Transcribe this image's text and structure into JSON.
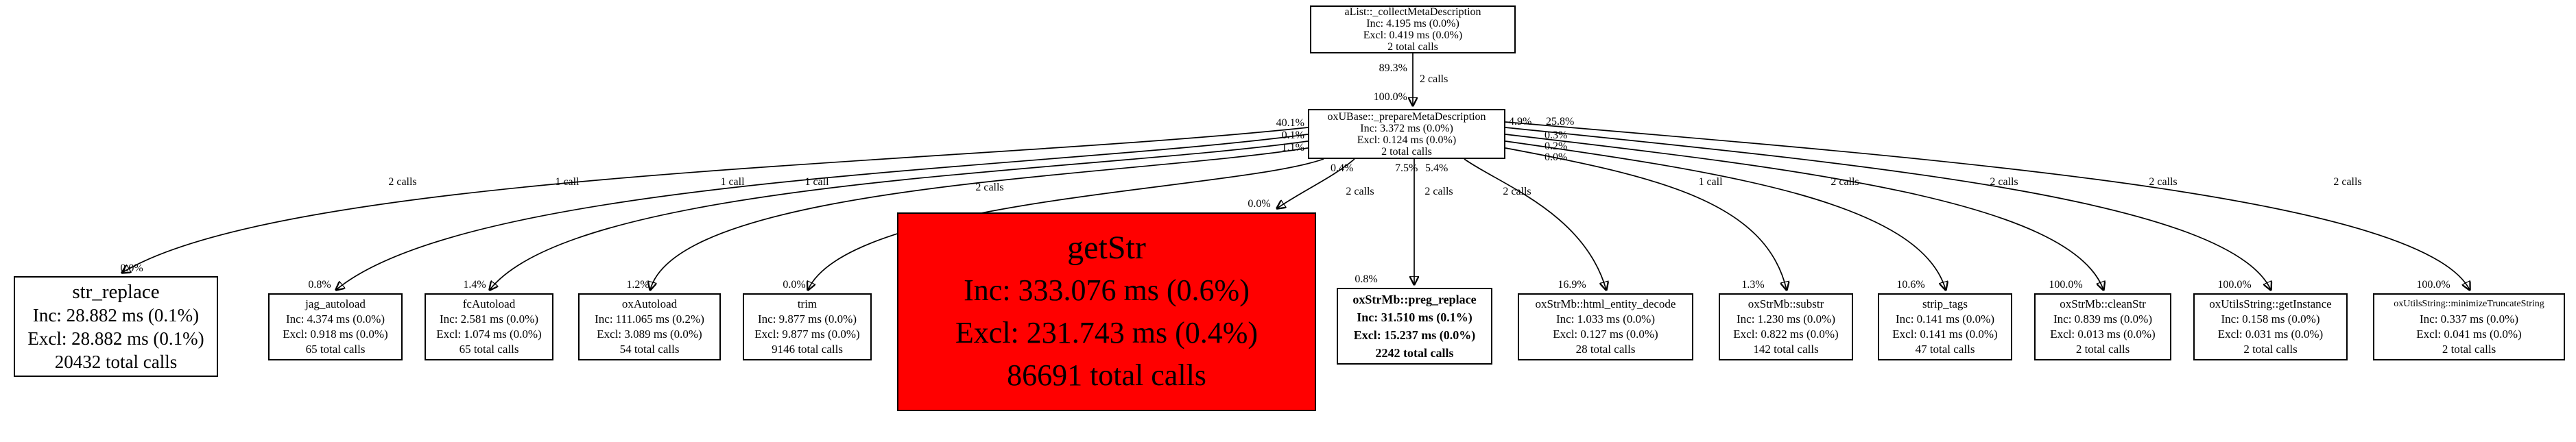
{
  "colors": {
    "hot_fill": "#ff0000",
    "node_fill": "#ffffff",
    "border": "#000000",
    "edge": "#000000"
  },
  "nodes": {
    "collect": {
      "name": "aList::_collectMetaDescription",
      "inc": "Inc: 4.195 ms (0.0%)",
      "excl": "Excl: 0.419 ms (0.0%)",
      "calls": "2 total calls"
    },
    "prepare": {
      "name": "oxUBase::_prepareMetaDescription",
      "inc": "Inc: 3.372 ms (0.0%)",
      "excl": "Excl: 0.124 ms (0.0%)",
      "calls": "2 total calls"
    },
    "str_replace": {
      "name": "str_replace",
      "inc": "Inc: 28.882 ms (0.1%)",
      "excl": "Excl: 28.882 ms (0.1%)",
      "calls": "20432 total calls"
    },
    "jag_autoload": {
      "name": "jag_autoload",
      "inc": "Inc: 4.374 ms (0.0%)",
      "excl": "Excl: 0.918 ms (0.0%)",
      "calls": "65 total calls"
    },
    "fcAutoload": {
      "name": "fcAutoload",
      "inc": "Inc: 2.581 ms (0.0%)",
      "excl": "Excl: 1.074 ms (0.0%)",
      "calls": "65 total calls"
    },
    "oxAutoload": {
      "name": "oxAutoload",
      "inc": "Inc: 111.065 ms (0.2%)",
      "excl": "Excl: 3.089 ms (0.0%)",
      "calls": "54 total calls"
    },
    "trim": {
      "name": "trim",
      "inc": "Inc: 9.877 ms (0.0%)",
      "excl": "Excl: 9.877 ms (0.0%)",
      "calls": "9146 total calls"
    },
    "getStr": {
      "name": "getStr",
      "inc": "Inc: 333.076 ms (0.6%)",
      "excl": "Excl: 231.743 ms (0.4%)",
      "calls": "86691 total calls"
    },
    "preg_replace": {
      "name": "oxStrMb::preg_replace",
      "inc": "Inc: 31.510 ms (0.1%)",
      "excl": "Excl: 15.237 ms (0.0%)",
      "calls": "2242 total calls"
    },
    "html_entity": {
      "name": "oxStrMb::html_entity_decode",
      "inc": "Inc: 1.033 ms (0.0%)",
      "excl": "Excl: 0.127 ms (0.0%)",
      "calls": "28 total calls"
    },
    "substr": {
      "name": "oxStrMb::substr",
      "inc": "Inc: 1.230 ms (0.0%)",
      "excl": "Excl: 0.822 ms (0.0%)",
      "calls": "142 total calls"
    },
    "strip_tags": {
      "name": "strip_tags",
      "inc": "Inc: 0.141 ms (0.0%)",
      "excl": "Excl: 0.141 ms (0.0%)",
      "calls": "47 total calls"
    },
    "cleanStr": {
      "name": "oxStrMb::cleanStr",
      "inc": "Inc: 0.839 ms (0.0%)",
      "excl": "Excl: 0.013 ms (0.0%)",
      "calls": "2 total calls"
    },
    "getInstance": {
      "name": "oxUtilsString::getInstance",
      "inc": "Inc: 0.158 ms (0.0%)",
      "excl": "Excl: 0.031 ms (0.0%)",
      "calls": "2 total calls"
    },
    "minimize": {
      "name": "oxUtilsString::minimizeTruncateString",
      "inc": "Inc: 0.337 ms (0.0%)",
      "excl": "Excl: 0.041 ms (0.0%)",
      "calls": "2 total calls"
    }
  },
  "top_edge": {
    "pct": "89.3%",
    "calls": "2 calls",
    "head_pct": "100.0%"
  },
  "edges": [
    {
      "callee": "str_replace",
      "calls": "2 calls",
      "head_pct": "0.0%"
    },
    {
      "callee": "jag_autoload",
      "calls": "1 call",
      "head_pct": "0.8%"
    },
    {
      "callee": "fcAutoload",
      "calls": "1 call",
      "head_pct": "1.4%"
    },
    {
      "callee": "oxAutoload",
      "calls": "1 call",
      "head_pct": "1.2%"
    },
    {
      "callee": "trim",
      "calls": "2 calls",
      "head_pct": "0.0%"
    },
    {
      "callee": "getStr",
      "calls": "2 calls",
      "head_pct": "0.0%"
    },
    {
      "callee": "oxStrMb::preg_replace",
      "calls": "2 calls",
      "head_pct": "0.8%"
    },
    {
      "callee": "oxStrMb::html_entity_decode",
      "calls": "2 calls",
      "head_pct": "16.9%"
    },
    {
      "callee": "oxStrMb::substr",
      "calls": "1 call",
      "head_pct": "1.3%"
    },
    {
      "callee": "strip_tags",
      "calls": "2 calls",
      "head_pct": "10.6%"
    },
    {
      "callee": "oxStrMb::cleanStr",
      "calls": "2 calls",
      "head_pct": "100.0%"
    },
    {
      "callee": "oxUtilsString::getInstance",
      "calls": "2 calls",
      "head_pct": "100.0%"
    },
    {
      "callee": "oxUtilsString::minimizeTruncateString",
      "calls": "2 calls",
      "head_pct": "100.0%"
    }
  ],
  "source_pcts": [
    "40.1%",
    "0.1%",
    "1.1%",
    "0.4%",
    "7.5%",
    "5.4%",
    "4.9%",
    "25.8%",
    "0.3%",
    "0.2%",
    "0.0%"
  ]
}
